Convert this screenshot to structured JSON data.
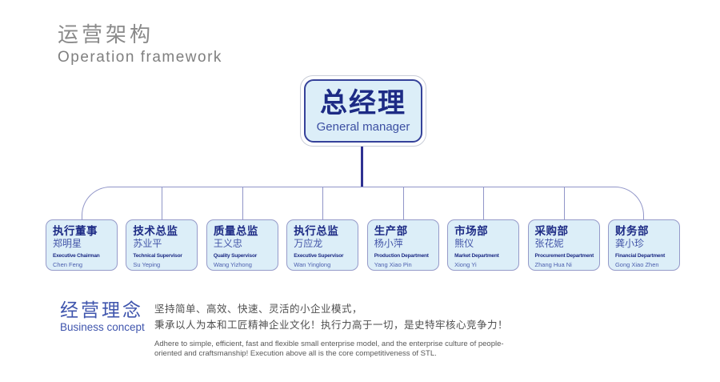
{
  "header": {
    "title_cn": "运营架构",
    "title_en": "Operation framework"
  },
  "general_manager": {
    "title_cn": "总经理",
    "title_en": "General manager"
  },
  "departments": [
    {
      "title_cn": "执行董事",
      "name_cn": "郑明星",
      "title_en": "Executive Chairman",
      "name_en": "Chen Feng"
    },
    {
      "title_cn": "技术总监",
      "name_cn": "苏业平",
      "title_en": "Technical Supervisor",
      "name_en": "Su Yeping"
    },
    {
      "title_cn": "质量总监",
      "name_cn": "王义忠",
      "title_en": "Quality Supervisor",
      "name_en": "Wang Yizhong"
    },
    {
      "title_cn": "执行总监",
      "name_cn": "万应龙",
      "title_en": "Executive Supervisor",
      "name_en": "Wan Yinglong"
    },
    {
      "title_cn": "生产部",
      "name_cn": "杨小萍",
      "title_en": "Production Department",
      "name_en": "Yang Xiao Pin"
    },
    {
      "title_cn": "市场部",
      "name_cn": "熊仪",
      "title_en": "Market Department",
      "name_en": "Xiong Yi"
    },
    {
      "title_cn": "采购部",
      "name_cn": "张花妮",
      "title_en": "Procurement Department",
      "name_en": "Zhang Hua Ni"
    },
    {
      "title_cn": "财务部",
      "name_cn": "龚小珍",
      "title_en": "Financial Department",
      "name_en": "Gong Xiao Zhen"
    }
  ],
  "business_concept": {
    "title_cn": "经营理念",
    "title_en": "Business concept",
    "text_cn_line1": "坚持简单、高效、快速、灵活的小企业模式，",
    "text_cn_line2": "秉承以人为本和工匠精神企业文化！执行力高于一切，是史特牢核心竞争力！",
    "text_en": "Adhere to simple, efficient, fast and flexible small enterprise model, and the enterprise culture of people-oriented and craftsmanship! Execution above all is the core competitiveness of STL."
  },
  "colors": {
    "navy_text": "#1d2b85",
    "blue_text": "#4355a8",
    "box_fill": "#dceef8",
    "box_border": "#959ac9",
    "connector_line": "#9095c8",
    "trunk_line": "#2e3192",
    "gm_border": "#35429a",
    "header_gray": "#8a8a8a",
    "concept_blue": "#3f55ad"
  }
}
